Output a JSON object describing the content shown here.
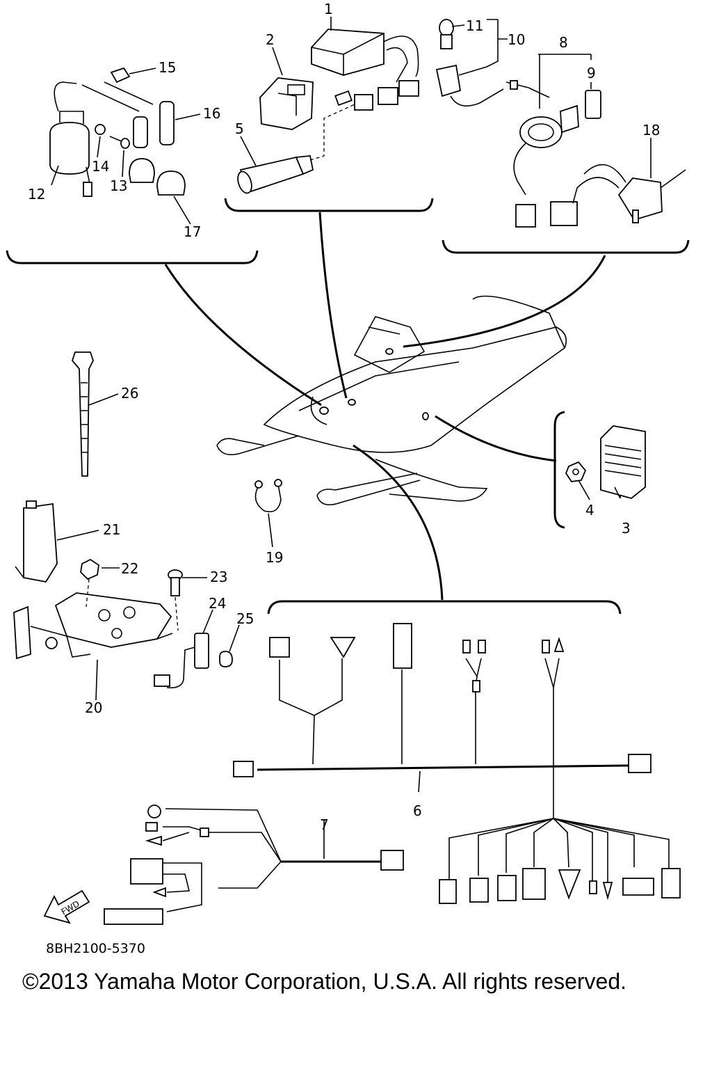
{
  "diagram": {
    "catalog_code": "8BH2100-5370",
    "copyright": "©2013 Yamaha Motor Corporation, U.S.A. All rights reserved.",
    "fwd_label": "FWD",
    "callouts": [
      "1",
      "2",
      "3",
      "4",
      "5",
      "6",
      "7",
      "8",
      "9",
      "10",
      "11",
      "12",
      "13",
      "14",
      "15",
      "16",
      "17",
      "18",
      "19",
      "20",
      "21",
      "22",
      "23",
      "24",
      "25",
      "26"
    ]
  }
}
